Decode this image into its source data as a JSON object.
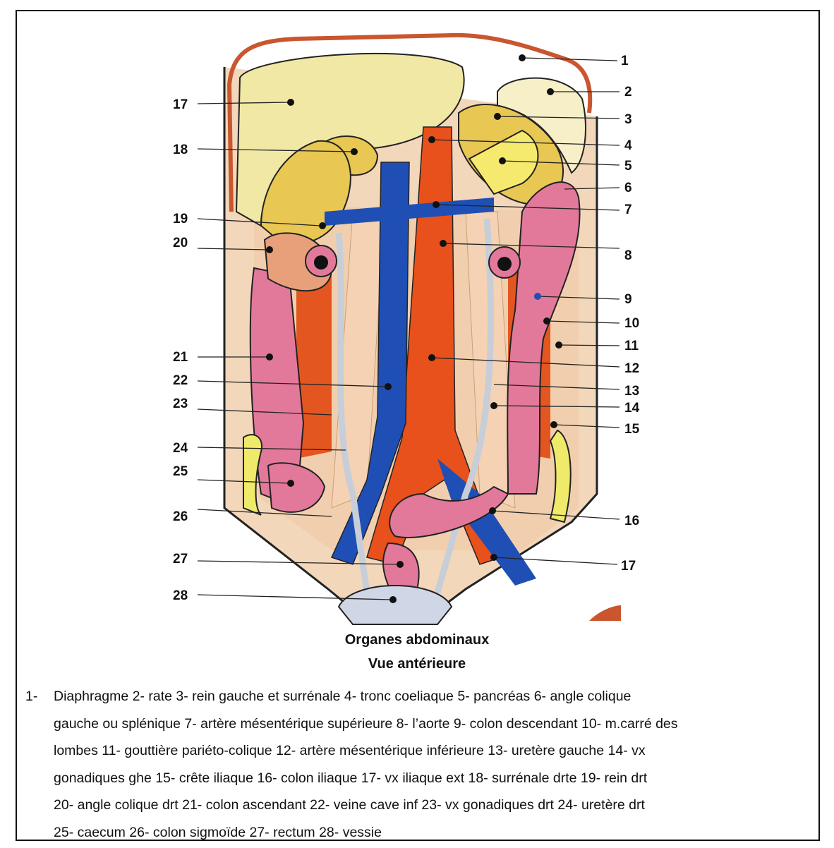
{
  "figure": {
    "title": "Organes abdominaux",
    "subtitle": "Vue antérieure",
    "labels": [
      "1",
      "2",
      "3",
      "4",
      "5",
      "6",
      "7",
      "8",
      "9",
      "10",
      "11",
      "12",
      "13",
      "14",
      "15",
      "16",
      "17",
      "17",
      "18",
      "19",
      "20",
      "21",
      "22",
      "23",
      "24",
      "25",
      "26",
      "27",
      "28"
    ]
  },
  "legend": {
    "number": "1-",
    "lines": [
      "Diaphragme    2- rate  3- rein gauche et surrénale   4- tronc coeliaque  5- pancréas  6- angle colique",
      "gauche ou splénique  7- artère mésentérique supérieure   8- l’aorte  9- colon descendant  10- m.carré des",
      "lombes   11- gouttière pariéto-colique 12- artère mésentérique inférieure 13- uretère gauche  14- vx",
      "gonadiques ghe  15- crête iliaque  16- colon iliaque 17- vx iliaque ext  18- surrénale drte 19- rein drt",
      "20- angle colique drt 21- colon ascendant  22- veine cave inf   23- vx gonadiques drt 24- uretère drt",
      "25- caecum  26- colon sigmoïde  27- rectum  28- vessie"
    ]
  },
  "colors": {
    "liver": "#f1e8a6",
    "diaphragm": "#c9562f",
    "aorta": "#e8501c",
    "vena_cava": "#1f4fb5",
    "colon": "#e2799b",
    "kidney": "#e8c752",
    "psoas": "#f0c9a6",
    "bladder": "#cfd6e6",
    "iliac_crest": "#f0ea6a"
  }
}
